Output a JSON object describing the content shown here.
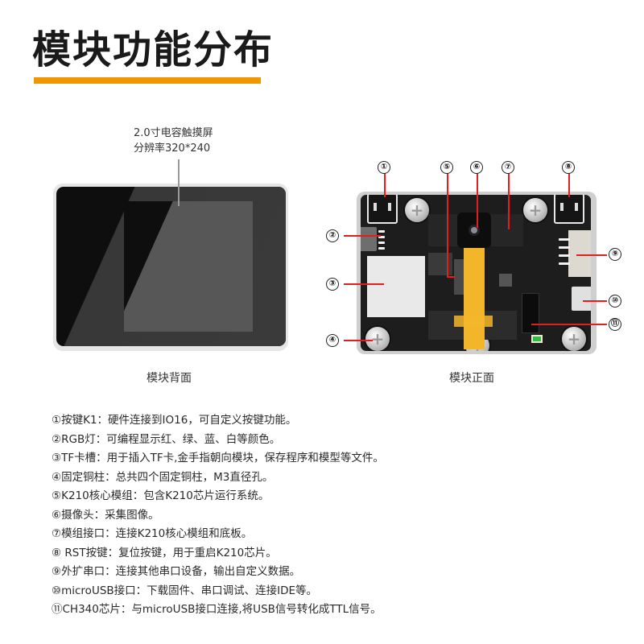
{
  "header": {
    "title": "模块功能分布",
    "accent_color": "#f29600"
  },
  "back_view": {
    "screen_spec_line1": "2.0寸电容触摸屏",
    "screen_spec_line2": "分辨率320*240",
    "caption": "模块背面"
  },
  "front_view": {
    "caption": "模块正面",
    "callouts": [
      "①",
      "②",
      "③",
      "④",
      "⑤",
      "⑥",
      "⑦",
      "⑧",
      "⑨",
      "⑩",
      "⑪"
    ],
    "callout_line_color": "#e02020"
  },
  "descriptions": [
    "①按键K1：硬件连接到IO16，可自定义按键功能。",
    "②RGB灯：可编程显示红、绿、蓝、白等颜色。",
    "③TF卡槽：用于插入TF卡,金手指朝向模块，保存程序和模型等文件。",
    "④固定铜柱：总共四个固定铜柱，M3直径孔。",
    "⑤K210核心模组：包含K210芯片运行系统。",
    "⑥摄像头：采集图像。",
    "⑦模组接口：连接K210核心模组和底板。",
    "⑧ RST按键：复位按键，用于重启K210芯片。",
    "⑨外扩串口：连接其他串口设备，输出自定义数据。",
    "⑩microUSB接口：下载固件、串口调试、连接IDE等。",
    "⑪CH340芯片：与microUSB接口连接,将USB信号转化成TTL信号。"
  ]
}
